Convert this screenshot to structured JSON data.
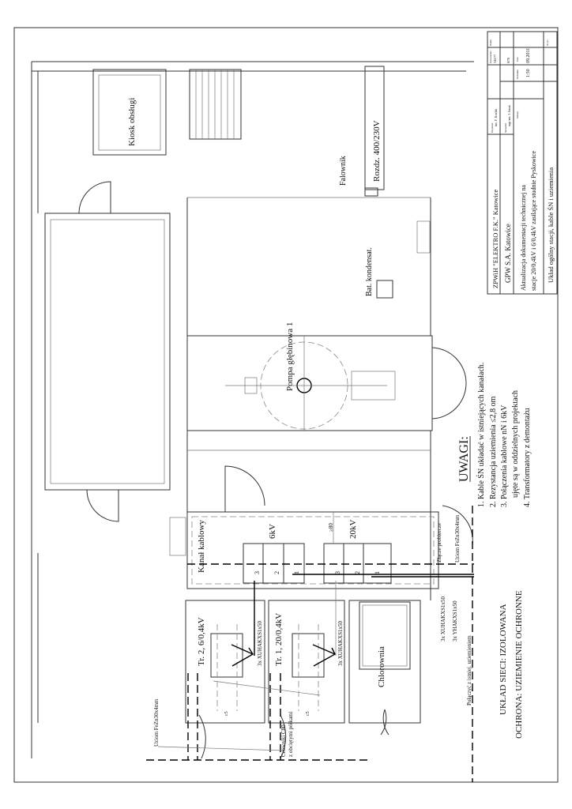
{
  "title_block": {
    "company": "ZPWiH \"ELEKTRO F.K.\" Katowice",
    "client": "GPW S.A. Katowice",
    "subject_line1": "Aktualizacja dokumentacji technicznej na",
    "subject_line2": "stacje 20/0,4kV i 6/0,4kV zasilające studnie Pyskowice",
    "drawing_title": "Układ ogólny stacji, kable ŚN i uziemienia",
    "designer_label": "Projektant",
    "designer": "inż. F. Kozlak",
    "checker_label": "Sprawdził",
    "checker": "mgr inż. J. Smak",
    "changes_label": "Zmiany",
    "registration_label": "Uprawnienia",
    "registration": "345/77",
    "sheet_label": "Podpis",
    "sheet_no": "6/78",
    "scale_label": "Podziałka",
    "scale": "1:50",
    "date_label": "Data",
    "date": "09.2011",
    "number_label": "Nr rys."
  },
  "rooms": {
    "kiosk": "Kiosk obsługi",
    "switchboard": "Rozdz. 400/230V",
    "inverter": "Falownik",
    "capacitor": "Bat. kondensat.",
    "pump": "Pompa głębinowa 1",
    "cable_channel": "Kanał kablowy",
    "chlorine_room": "Chlorownia",
    "tr2": "Tr. 2, 6/0,4kV",
    "tr1": "Tr. 1, 20/0,4kV"
  },
  "switchgear": {
    "sg6_label": "6kV",
    "sg20_label": "20kV",
    "clearance": "≥80",
    "fields": [
      "3",
      "2",
      "1"
    ]
  },
  "cables": {
    "tr2_cable": "3x XUHAKXS1x50",
    "tr1_cable": "3x XUHAKXS1x50",
    "in_cable1": "3x XUHAKXS1x50",
    "in_cable2": "3x YHAKXS1x50",
    "test_joint": "Złącze probiercze",
    "earth_right": "Uziom FeZn30x4mm",
    "earth_left": "Uziom FeZn30x4mm",
    "connect_existing": "Połączyć z istniej. uziemieniem",
    "channels_line1": "Ceowniki C80",
    "channels_line2": "z obciętymi półkami",
    "dim": "c5"
  },
  "notes": {
    "heading": "UWAGI:",
    "items": [
      "1. Kable ŚN układać w istniejących kanałach.",
      "2. Rezystancja uziemienia ≤2,8 om",
      "3. Połączenia kablowe nN i 6kV",
      "ujęte są w oddzielnych projektach",
      "4. Transformatory z demontażu"
    ]
  },
  "system": {
    "network": "UKŁAD SIECI: IZOLOWANA",
    "protection": "OCHRONA: UZIEMIENIE OCHRONNE"
  }
}
